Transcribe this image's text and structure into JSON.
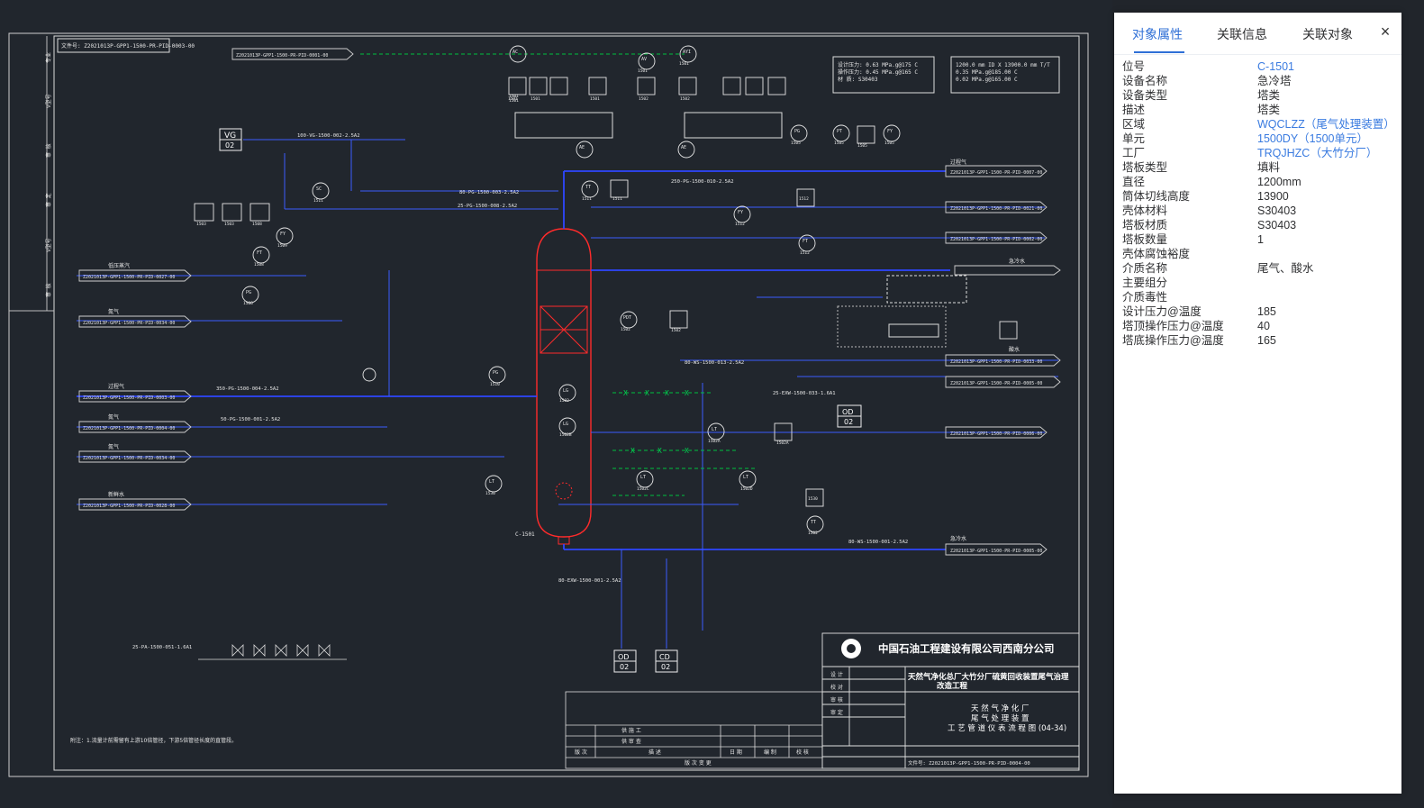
{
  "panel": {
    "tabs": [
      "对象属性",
      "关联信息",
      "关联对象"
    ],
    "active_tab": 0,
    "close_icon": "close-icon",
    "accent_color": "#2f6fd6",
    "properties": [
      {
        "key": "位号",
        "value": "C-1501",
        "link": true
      },
      {
        "key": "设备名称",
        "value": "急冷塔",
        "link": false
      },
      {
        "key": "设备类型",
        "value": "塔类",
        "link": false
      },
      {
        "key": "描述",
        "value": "塔类",
        "link": false
      },
      {
        "key": "区域",
        "value": "WQCLZZ（尾气处理装置）",
        "link": true
      },
      {
        "key": "单元",
        "value": "1500DY（1500单元）",
        "link": true
      },
      {
        "key": "工厂",
        "value": "TRQJHZC（大竹分厂）",
        "link": true
      },
      {
        "key": "塔板类型",
        "value": "填料",
        "link": false
      },
      {
        "key": "直径",
        "value": "1200mm",
        "link": false
      },
      {
        "key": "筒体切线高度",
        "value": "13900",
        "link": false
      },
      {
        "key": "壳体材料",
        "value": "S30403",
        "link": false
      },
      {
        "key": "塔板材质",
        "value": "S30403",
        "link": false
      },
      {
        "key": "塔板数量",
        "value": "1",
        "link": false
      },
      {
        "key": "壳体腐蚀裕度",
        "value": "",
        "link": false
      },
      {
        "key": "介质名称",
        "value": "尾气、酸水",
        "link": false
      },
      {
        "key": "主要组分",
        "value": "",
        "link": false
      },
      {
        "key": "介质毒性",
        "value": "",
        "link": false
      },
      {
        "key": "设计压力@温度",
        "value": "185",
        "link": false
      },
      {
        "key": "塔顶操作压力@温度",
        "value": "40",
        "link": false
      },
      {
        "key": "塔底操作压力@温度",
        "value": "165",
        "link": false
      }
    ]
  },
  "drawing": {
    "file_no_top": "文件号: Z2021013P-GPP1-1500-PR-PID-0003-00",
    "title_company": "中国石油工程建设有限公司西南分公司",
    "project_name_1": "天然气净化总厂大竹分厂硫黄回收装置尾气治理",
    "project_name_2": "改造工程",
    "drawing_title_1": "天 然 气 净 化 厂",
    "drawing_title_2": "尾 气 处 理 装 置",
    "drawing_title_3": "工 艺 管 道 仪 表 流 程 图 (04-34)",
    "file_no_bottom": "文件号: Z2021013P-GPP1-1500-PR-PID-0004-00",
    "column_tag": "C-1501",
    "vg_tag": "VG",
    "vg_num": "02",
    "od_tag": "OD",
    "od_num": "02",
    "cd_tag": "CD",
    "cd_num": "02",
    "sign_rows": [
      "设 计",
      "校 对",
      "审 核",
      "审 定"
    ],
    "rev_header": [
      "版 次",
      "描 述",
      "日 期",
      "编 制",
      "校 核"
    ],
    "rev_supply": "供 施 工",
    "rev_review": "供 审 查",
    "rev_status": "版 次 变 更",
    "side_labels": [
      "过程气",
      "氮气",
      "氮气",
      "新鲜水",
      "低压蒸汽",
      "过程气",
      "急冷水",
      "酸水",
      "急冷水"
    ],
    "note": "附注：1.流量计前需留有上游10倍管径，下游5倍管径长度的直管段。",
    "instruments": [
      "AC 1501",
      "AY 1501",
      "AV 1501",
      "AYI 1501",
      "AUI 1501",
      "AZA 1501",
      "AI 1501",
      "ADI 1502",
      "AI 1502",
      "PG 1505",
      "FT 1505",
      "FICA 1505",
      "FY 1505",
      "SC 1511",
      "FY 1509",
      "FT 1508",
      "PG 1506",
      "XHC 1503",
      "XHO 1503",
      "FICQ 1508",
      "TT 1511",
      "TIA 1511",
      "FY 1512",
      "FICA 1512",
      "FT 1512",
      "PDT 1502",
      "PDIA 1502",
      "PG 1510",
      "LG 1502",
      "LT 1502A",
      "LICA 1502A",
      "LT 1502B",
      "LT 1502C",
      "LT 1502D",
      "TI 1530",
      "TT 1530",
      "LIA 1502"
    ],
    "line_labels": [
      "100-VG-1500-002-2.5A2",
      "80-PG-1500-003-2.5A2",
      "25-PG-1500-008-2.5A2",
      "250-PG-1500-010-2.5A2",
      "350-PG-1500-004-2.5A2",
      "50-PG-1500-001-2.5A2",
      "80-WS-1500-013-2.5A2",
      "80-WS-1500-001-2.5A2",
      "25-EXW-1500-033-1.6A1",
      "80-EXW-1500-001-2.5A2",
      "25-PA-1500-051-1.6A1"
    ]
  }
}
